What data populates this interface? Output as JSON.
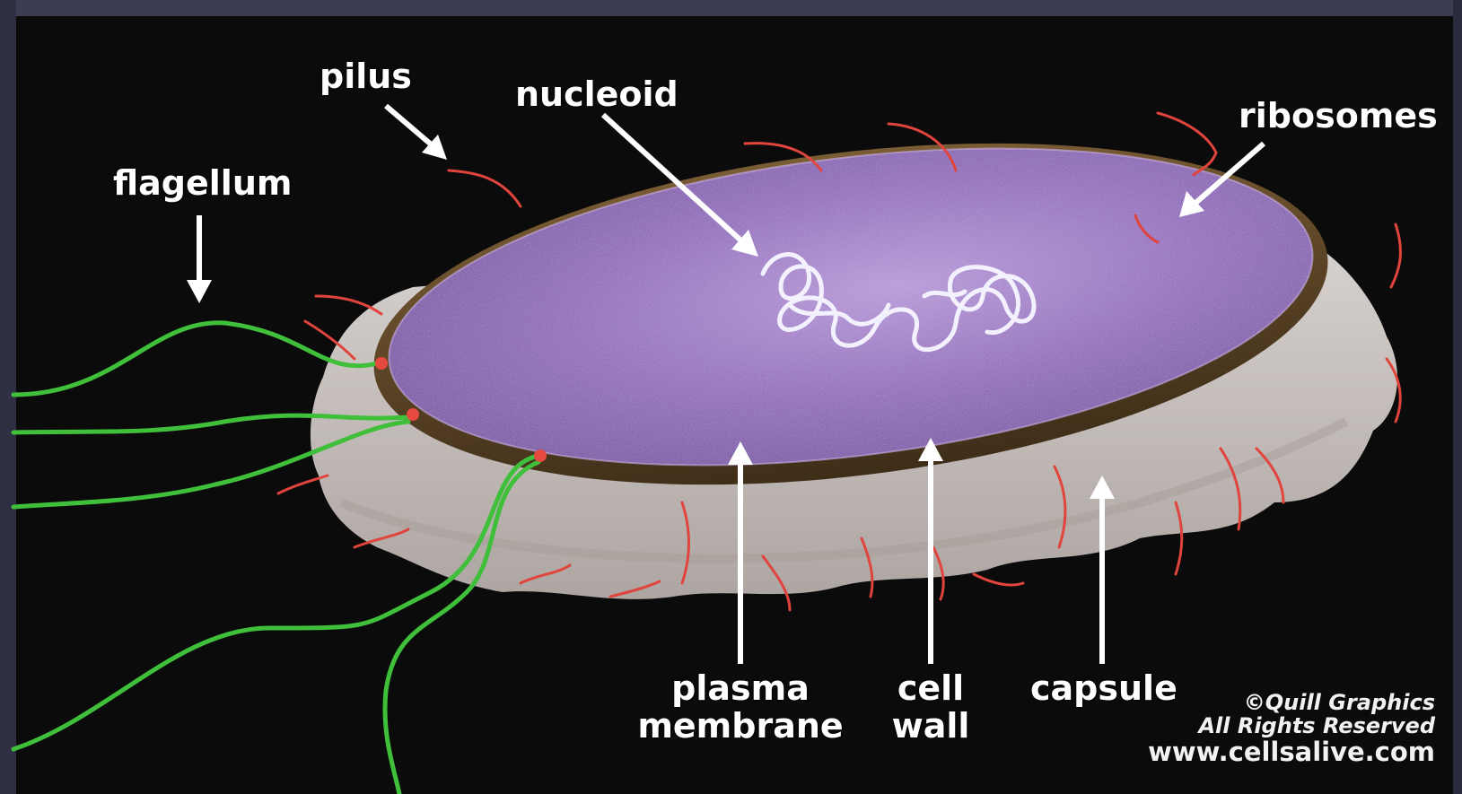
{
  "labels": {
    "pilus": "pilus",
    "nucleoid": "nucleoid",
    "ribosomes": "ribosomes",
    "flagellum": "flagellum",
    "plasma_membrane_line1": "plasma",
    "plasma_membrane_line2": "membrane",
    "cell_wall_line1": "cell",
    "cell_wall_line2": "wall",
    "capsule": "capsule"
  },
  "credit": {
    "line1": "©Quill Graphics",
    "line2": "All Rights Reserved",
    "line3": "www.cellsalive.com"
  },
  "colors": {
    "background": "#0b0b0c",
    "cytoplasm": "#8a5fb8",
    "cell_wall": "#5a4426",
    "capsule": "#cfc8c4",
    "pili": "#e0443c",
    "flagella": "#3fbf3a",
    "nucleoid": "#f4f1ff",
    "labels": "#ffffff"
  }
}
